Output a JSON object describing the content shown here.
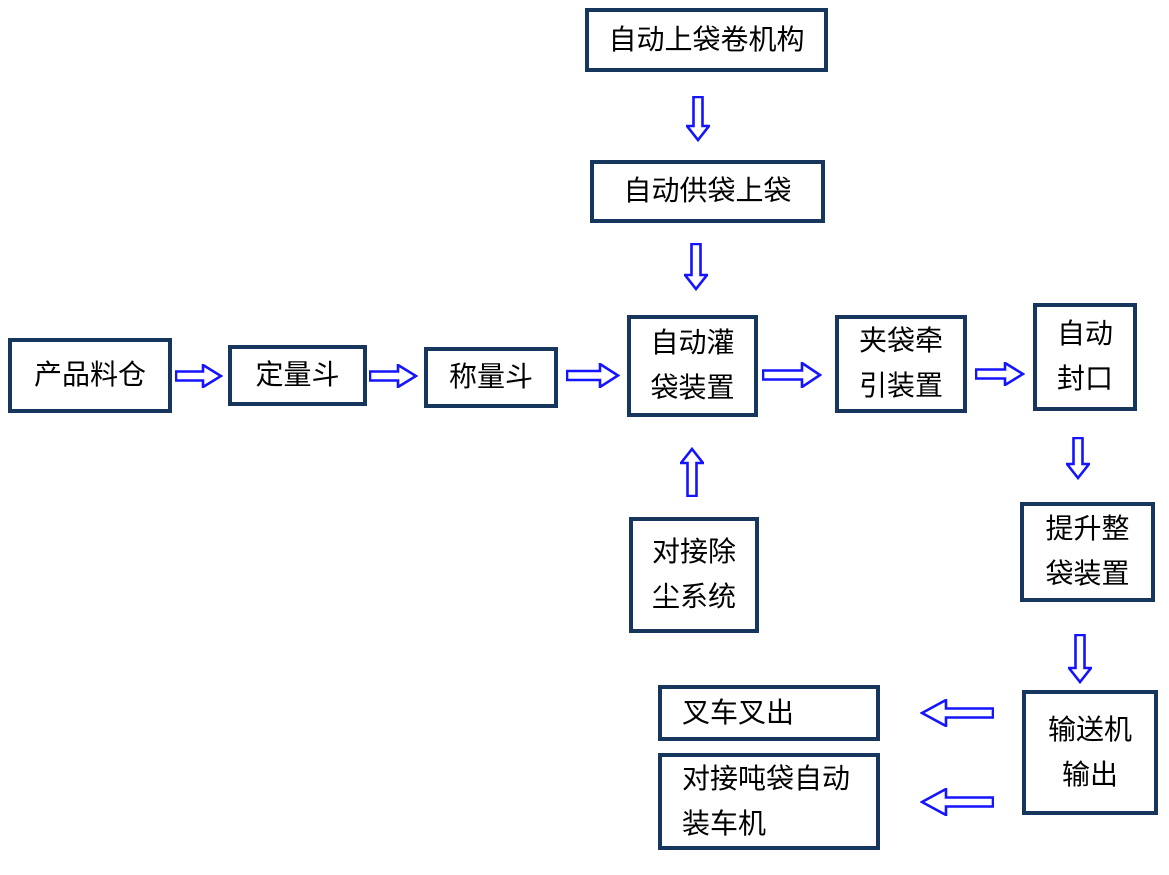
{
  "colors": {
    "box_border": "#17365d",
    "arrow_blue": "#1414ff",
    "text": "#000000",
    "background": "#ffffff"
  },
  "nodes": {
    "auto_bag_roll": {
      "lines": [
        "自动上袋卷机构"
      ]
    },
    "auto_supply": {
      "lines": [
        "自动供袋上袋"
      ]
    },
    "product_silo": {
      "lines": [
        "产品料仓"
      ]
    },
    "dosing_hopper": {
      "lines": [
        "定量斗"
      ]
    },
    "weighing_hopper": {
      "lines": [
        "称量斗"
      ]
    },
    "auto_filling": {
      "lines": [
        "自动灌",
        "袋装置"
      ]
    },
    "bag_pulling": {
      "lines": [
        "夹袋牵",
        "引装置"
      ]
    },
    "auto_sealing": {
      "lines": [
        "自动",
        "封口"
      ]
    },
    "dust_system": {
      "lines": [
        "对接除",
        "尘系统"
      ]
    },
    "lifting": {
      "lines": [
        "提升整",
        "袋装置"
      ]
    },
    "conveyor_out": {
      "lines": [
        "输送机",
        "输出"
      ]
    },
    "forklift_out": {
      "lines": [
        "叉车叉出"
      ]
    },
    "truck_loader": {
      "lines": [
        "对接吨袋自动",
        "装车机"
      ]
    }
  }
}
